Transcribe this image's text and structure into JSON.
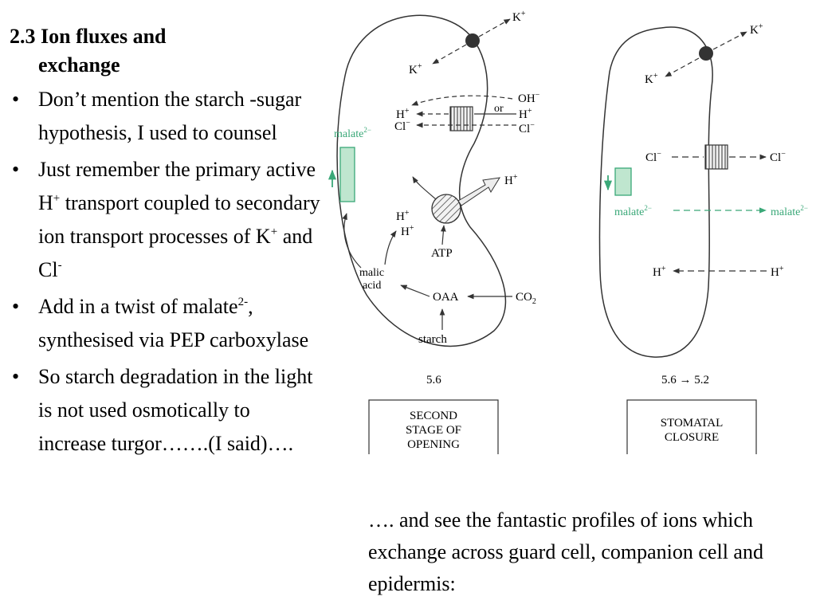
{
  "slide": {
    "heading_line1": "2.3 Ion fluxes and",
    "heading_line2": "exchange",
    "bullet1": "Don’t mention the starch -sugar hypothesis, I used to counsel",
    "bullet2_part1": "Just remember the primary active H",
    "bullet2_sup1": "+",
    "bullet2_part2": " transport coupled to secondary ion transport processes of K",
    "bullet2_sup2": "+",
    "bullet2_part3": " and Cl",
    "bullet2_sup3": "-",
    "bullet3_part1": "Add in a twist of malate",
    "bullet3_sup": "2-",
    "bullet3_part2": ", synthesised via PEP carboxylase",
    "bullet4": "So starch degradation in the light is not used osmotically to increase turgor…….(I said)….",
    "caption": "…. and see the fantastic profiles of ions which exchange across guard cell, companion cell and epidermis:"
  },
  "diagram": {
    "colors": {
      "line": "#333333",
      "green": "#3aa878",
      "green_fill": "#bfe6cf",
      "hatch_fill": "#e8e8e8"
    },
    "left": {
      "k_out": "K",
      "k_out_sup": "+",
      "k_in": "K",
      "k_in_sup": "+",
      "oh": "OH",
      "oh_sup": "−",
      "or": "or",
      "h_out": "H",
      "h_out_sup": "+",
      "cl_out": "Cl",
      "cl_out_sup": "−",
      "h_in": "H",
      "h_in_sup": "+",
      "cl_in": "Cl",
      "cl_in_sup": "−",
      "malate": "malate",
      "malate_sup": "2−",
      "h_pump": "H",
      "h_pump_sup": "+",
      "h_a": "H",
      "h_a_sup": "+",
      "h_b": "H",
      "h_b_sup": "+",
      "atp": "ATP",
      "malic_acid_1": "malic",
      "malic_acid_2": "acid",
      "oaa": "OAA",
      "co2": "CO",
      "co2_sub": "2",
      "starch": "starch",
      "ph": "5.6",
      "box_line1": "SECOND",
      "box_line2": "STAGE OF",
      "box_line3": "OPENING"
    },
    "right": {
      "k_out": "K",
      "k_out_sup": "+",
      "k_in": "K",
      "k_in_sup": "+",
      "cl_in": "Cl",
      "cl_in_sup": "−",
      "cl_out": "Cl",
      "cl_out_sup": "−",
      "malate_in": "malate",
      "malate_in_sup": "2−",
      "malate_out": "malate",
      "malate_out_sup": "2−",
      "h_in": "H",
      "h_in_sup": "+",
      "h_out": "H",
      "h_out_sup": "+",
      "ph": "5.6 → 5.2",
      "box_line1": "STOMATAL",
      "box_line2": "CLOSURE"
    }
  }
}
